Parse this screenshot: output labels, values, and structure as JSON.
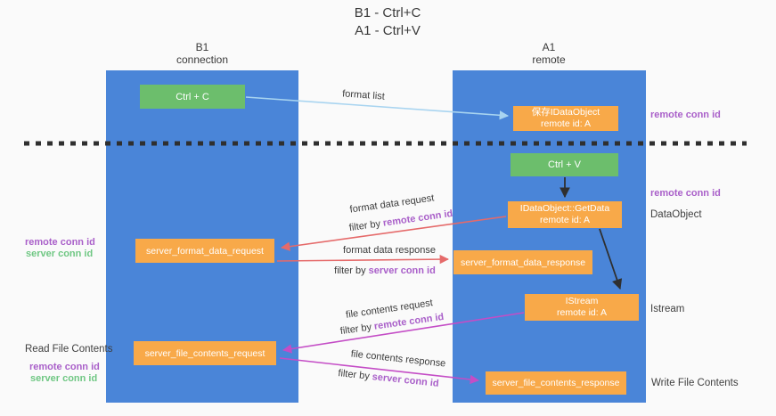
{
  "title": {
    "line1": "B1 - Ctrl+C",
    "line2": "A1 - Ctrl+V"
  },
  "lanes": {
    "b1": {
      "name": "B1",
      "subtitle": "connection"
    },
    "a1": {
      "name": "A1",
      "subtitle": "remote"
    }
  },
  "nodes": {
    "ctrl_c": {
      "label": "Ctrl + C"
    },
    "ctrl_v": {
      "label": "Ctrl + V"
    },
    "save_idataobject": {
      "line1": "保存IDataObject",
      "line2": "remote id: A"
    },
    "getdata": {
      "line1": "IDataObject::GetData",
      "line2": "remote id: A"
    },
    "istream": {
      "line1": "IStream",
      "line2": "remote id: A"
    },
    "format_request": {
      "label": "server_format_data_request"
    },
    "format_response": {
      "label": "server_format_data_response"
    },
    "file_request": {
      "label": "server_file_contents_request"
    },
    "file_response": {
      "label": "server_file_contents_response"
    }
  },
  "edges": {
    "format_list": "format list",
    "format_data_request": "format data request",
    "format_data_response": "format data response",
    "file_contents_request": "file contents request",
    "file_contents_response": "file contents response",
    "filter_by": "filter by"
  },
  "annotations": {
    "remote_conn_id": "remote conn id",
    "server_conn_id": "server conn id",
    "dataobject": "DataObject",
    "istream": "Istream",
    "read_file_contents": "Read File Contents",
    "write_file_contents": "Write File Contents"
  },
  "colors": {
    "lifeline_blue": "#4a85d8",
    "node_orange": "#f8a949",
    "node_green": "#6cbe6c",
    "arrow_light_blue": "#a8d4f0",
    "arrow_black": "#2f2f2f",
    "arrow_red": "#e56a6a",
    "arrow_magenta": "#c44dc6",
    "remote_conn_id_purple": "#a95fc9",
    "server_conn_id_green": "#6fc783",
    "separator_black": "#2f2f2f"
  }
}
